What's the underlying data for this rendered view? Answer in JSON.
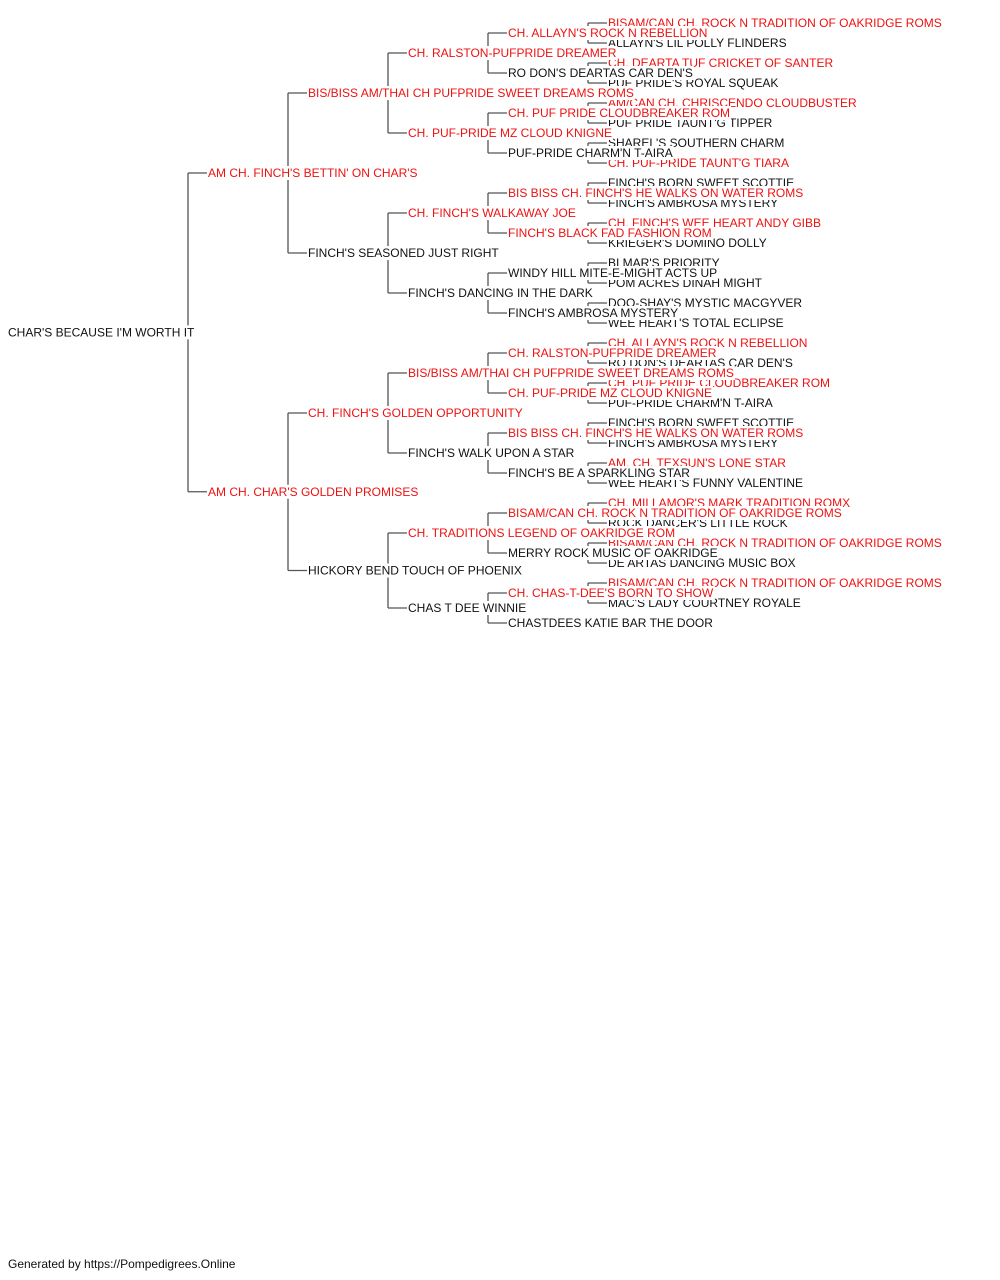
{
  "colors": {
    "champion": "#ee1111",
    "regular": "#111111",
    "connector": "#555555"
  },
  "pedigree": {
    "name": "CHAR'S BECAUSE I'M WORTH IT",
    "champion": false,
    "sire": {
      "name": "AM CH. FINCH'S BETTIN' ON CHAR'S",
      "champion": true,
      "sire": {
        "name": "BIS/BISS AM/THAI CH PUFPRIDE SWEET DREAMS ROMS",
        "champion": true,
        "sire": {
          "name": "CH. RALSTON-PUFPRIDE DREAMER",
          "champion": true,
          "sire": {
            "name": "CH. ALLAYN'S ROCK N REBELLION",
            "champion": true,
            "sire": {
              "name": "BISAM/CAN CH. ROCK N TRADITION OF OAKRIDGE ROMS",
              "champion": true
            },
            "dam": {
              "name": "ALLAYN'S LIL POLLY FLINDERS",
              "champion": false
            }
          },
          "dam": {
            "name": "RO DON'S DEARTAS CAR DEN'S",
            "champion": false,
            "sire": {
              "name": "CH. DEARTA TUF CRICKET OF SANTER",
              "champion": true
            },
            "dam": {
              "name": "PUF PRIDE'S ROYAL SQUEAK",
              "champion": false
            }
          }
        },
        "dam": {
          "name": "CH. PUF-PRIDE MZ CLOUD KNIGNE",
          "champion": true,
          "sire": {
            "name": "CH. PUF PRIDE CLOUDBREAKER ROM",
            "champion": true,
            "sire": {
              "name": "AM/CAN CH. CHRISCENDO CLOUDBUSTER",
              "champion": true
            },
            "dam": {
              "name": "PUF PRIDE TAUNT'G TIPPER",
              "champion": false
            }
          },
          "dam": {
            "name": "PUF-PRIDE CHARM'N T-AIRA",
            "champion": false,
            "sire": {
              "name": "SHAREL'S SOUTHERN CHARM",
              "champion": false
            },
            "dam": {
              "name": "CH. PUF-PRIDE TAUNT'G TIARA",
              "champion": true
            }
          }
        }
      },
      "dam": {
        "name": "FINCH'S SEASONED JUST RIGHT",
        "champion": false,
        "sire": {
          "name": "CH. FINCH'S WALKAWAY JOE",
          "champion": true,
          "sire": {
            "name": "BIS BISS CH. FINCH'S HE WALKS ON WATER ROMS",
            "champion": true,
            "sire": {
              "name": "FINCH'S BORN SWEET SCOTTIE",
              "champion": false
            },
            "dam": {
              "name": "FINCH'S AMBROSA MYSTERY",
              "champion": false
            }
          },
          "dam": {
            "name": "FINCH'S BLACK FAD FASHION ROM",
            "champion": true,
            "sire": {
              "name": "CH. FINCH'S WEE HEART ANDY GIBB",
              "champion": true
            },
            "dam": {
              "name": "KRIEGER'S DOMINO DOLLY",
              "champion": false
            }
          }
        },
        "dam": {
          "name": "FINCH'S DANCING IN THE DARK",
          "champion": false,
          "sire": {
            "name": "WINDY HILL MITE-E-MIGHT ACTS UP",
            "champion": false,
            "sire": {
              "name": "BI MAR'S PRIORITY",
              "champion": false
            },
            "dam": {
              "name": "POM ACRES DINAH MIGHT",
              "champion": false
            }
          },
          "dam": {
            "name": "FINCH'S AMBROSA MYSTERY",
            "champion": false,
            "sire": {
              "name": "DOO-SHAY'S MYSTIC MACGYVER",
              "champion": false
            },
            "dam": {
              "name": "WEE HEART'S TOTAL ECLIPSE",
              "champion": false
            }
          }
        }
      }
    },
    "dam": {
      "name": "AM CH. CHAR'S GOLDEN PROMISES",
      "champion": true,
      "sire": {
        "name": "CH. FINCH'S GOLDEN OPPORTUNITY",
        "champion": true,
        "sire": {
          "name": "BIS/BISS AM/THAI CH PUFPRIDE SWEET DREAMS ROMS",
          "champion": true,
          "sire": {
            "name": "CH. RALSTON-PUFPRIDE DREAMER",
            "champion": true,
            "sire": {
              "name": "CH. ALLAYN'S ROCK N REBELLION",
              "champion": true
            },
            "dam": {
              "name": "RO DON'S DEARTAS CAR DEN'S",
              "champion": false
            }
          },
          "dam": {
            "name": "CH. PUF-PRIDE MZ CLOUD KNIGNE",
            "champion": true,
            "sire": {
              "name": "CH. PUF PRIDE CLOUDBREAKER ROM",
              "champion": true
            },
            "dam": {
              "name": "PUF-PRIDE CHARM'N T-AIRA",
              "champion": false
            }
          }
        },
        "dam": {
          "name": "FINCH'S WALK UPON A STAR",
          "champion": false,
          "sire": {
            "name": "BIS BISS CH. FINCH'S HE WALKS ON WATER ROMS",
            "champion": true,
            "sire": {
              "name": "FINCH'S BORN SWEET SCOTTIE",
              "champion": false
            },
            "dam": {
              "name": "FINCH'S AMBROSA MYSTERY",
              "champion": false
            }
          },
          "dam": {
            "name": "FINCH'S BE A SPARKLING STAR",
            "champion": false,
            "sire": {
              "name": "AM. CH. TEXSUN'S LONE STAR",
              "champion": true
            },
            "dam": {
              "name": "WEE HEART'S FUNNY VALENTINE",
              "champion": false
            }
          }
        }
      },
      "dam": {
        "name": "HICKORY BEND TOUCH OF PHOENIX",
        "champion": false,
        "sire": {
          "name": "CH. TRADITIONS LEGEND OF OAKRIDGE ROM",
          "champion": true,
          "sire": {
            "name": "BISAM/CAN CH. ROCK N TRADITION OF OAKRIDGE ROMS",
            "champion": true,
            "sire": {
              "name": "CH. MILLAMOR'S MARK TRADITION ROMX",
              "champion": true
            },
            "dam": {
              "name": "ROCK DANCER'S LITTLE ROCK",
              "champion": false
            }
          },
          "dam": {
            "name": "MERRY ROCK MUSIC OF OAKRIDGE",
            "champion": false,
            "sire": {
              "name": "BISAM/CAN CH. ROCK N TRADITION OF OAKRIDGE ROMS",
              "champion": true
            },
            "dam": {
              "name": "DE ARTAS DANCING MUSIC BOX",
              "champion": false
            }
          }
        },
        "dam": {
          "name": "CHAS T DEE WINNIE",
          "champion": false,
          "sire": {
            "name": "CH. CHAS-T-DEE'S BORN TO SHOW",
            "champion": true,
            "sire": {
              "name": "BISAM/CAN CH. ROCK N TRADITION OF OAKRIDGE ROMS",
              "champion": true
            },
            "dam": {
              "name": "MAC'S LADY COURTNEY ROYALE",
              "champion": false
            }
          },
          "dam": {
            "name": "CHASTDEES KATIE BAR THE DOOR",
            "champion": false
          }
        }
      }
    }
  },
  "footer": {
    "text": "Generated by https://Pompedigrees.Online"
  }
}
